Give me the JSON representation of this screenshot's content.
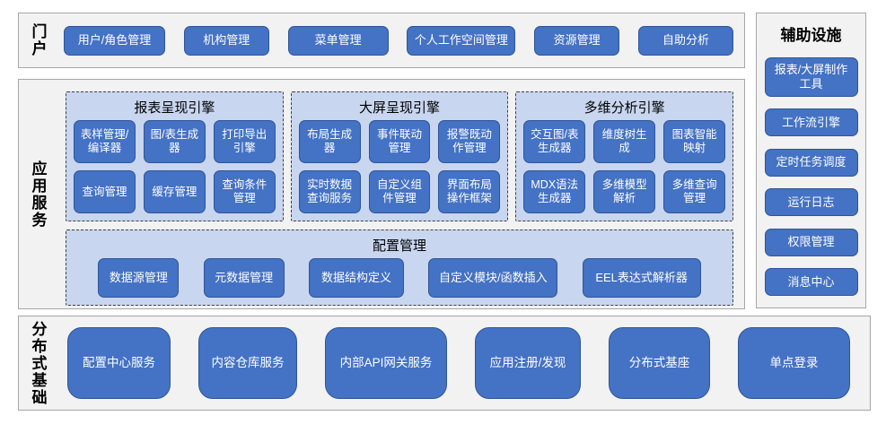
{
  "colors": {
    "button_bg": "#4472c4",
    "button_border": "#2f5597",
    "button_text": "#ffffff",
    "panel_bg": "#c9d6f0",
    "panel_dashed_border": "#404040",
    "section_bg": "#f2f2f2",
    "section_border": "#a6a6a6",
    "label_text": "#000000"
  },
  "portal": {
    "label": "门户",
    "buttons": [
      "用户/角色管理",
      "机构管理",
      "菜单管理",
      "个人工作空间管理",
      "资源管理",
      "自助分析"
    ]
  },
  "app_services": {
    "label": "应用服务",
    "engines": [
      {
        "title": "报表呈现引擎",
        "buttons": [
          "表样管理/编译器",
          "图/表生成器",
          "打印导出引擎",
          "查询管理",
          "缓存管理",
          "查询条件管理"
        ]
      },
      {
        "title": "大屏呈现引擎",
        "buttons": [
          "布局生成器",
          "事件联动管理",
          "报警既动作管理",
          "实时数据查询服务",
          "自定义组件管理",
          "界面布局操作框架"
        ]
      },
      {
        "title": "多维分析引擎",
        "buttons": [
          "交互图/表生成器",
          "维度树生成",
          "图表智能映射",
          "MDX语法生成器",
          "多维模型解析",
          "多维查询管理"
        ]
      }
    ],
    "config": {
      "title": "配置管理",
      "buttons": [
        "数据源管理",
        "元数据管理",
        "数据结构定义",
        "自定义模块/函数插入",
        "EEL表达式解析器"
      ]
    }
  },
  "auxiliary": {
    "title": "辅助设施",
    "buttons": [
      "报表/大屏制作工具",
      "工作流引擎",
      "定时任务调度",
      "运行日志",
      "权限管理",
      "消息中心"
    ]
  },
  "foundation": {
    "label": "分布式基础",
    "buttons": [
      "配置中心服务",
      "内容仓库服务",
      "内部API网关服务",
      "应用注册/发现",
      "分布式基座",
      "单点登录"
    ]
  }
}
